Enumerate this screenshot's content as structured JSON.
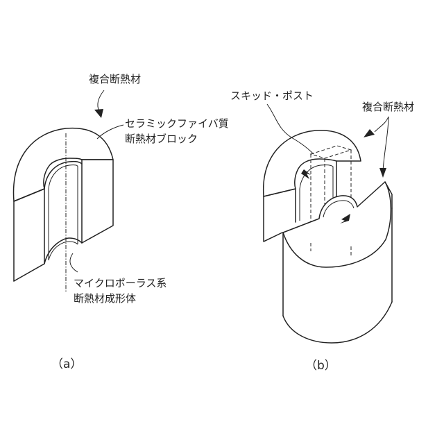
{
  "figure_a": {
    "label_composite": "複合断熱材",
    "label_ceramic_line1": "セラミックファイバ質",
    "label_ceramic_line2": "断熱材ブロック",
    "label_micro_line1": "マイクロポーラス系",
    "label_micro_line2": "断熱材成形体",
    "caption": "（a）"
  },
  "figure_b": {
    "label_skid_post": "スキッド・ポスト",
    "label_composite": "複合断熱材",
    "caption": "（b）"
  }
}
